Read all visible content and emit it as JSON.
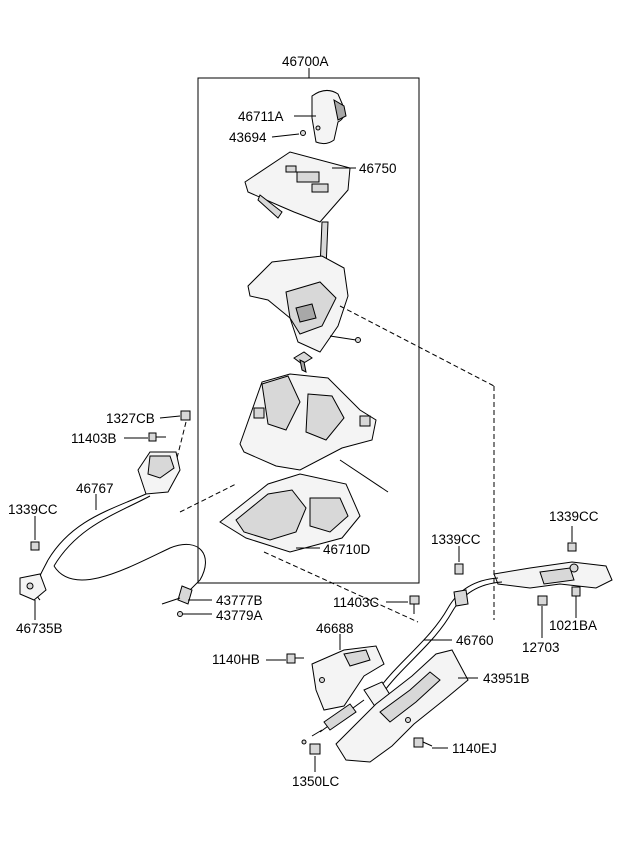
{
  "labels": {
    "p46700A": "46700A",
    "p46711A": "46711A",
    "p43694": "43694",
    "p46750": "46750",
    "p1327CB": "1327CB",
    "p11403B": "11403B",
    "p46767": "46767",
    "p1339CC_left": "1339CC",
    "p46710D": "46710D",
    "p46735B": "46735B",
    "p43777B": "43777B",
    "p43779A": "43779A",
    "p1339CC_mid": "1339CC",
    "p1339CC_right": "1339CC",
    "p11403C": "11403C",
    "p12703": "12703",
    "p1021BA": "1021BA",
    "p46688": "46688",
    "p46760": "46760",
    "p1140HB": "1140HB",
    "p43951B": "43951B",
    "p1140EJ": "1140EJ",
    "p1350LC": "1350LC"
  }
}
